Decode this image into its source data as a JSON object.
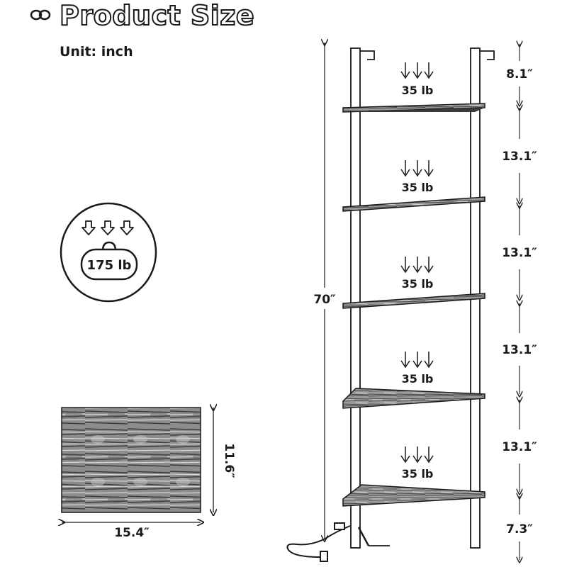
{
  "header": {
    "title": "Product Size",
    "link_icon": "chain-link-icon",
    "unit_label": "Unit: inch"
  },
  "capacity_badge": {
    "icon": "weight-bag-icon",
    "total_load": "175 lb"
  },
  "shelf_top_view": {
    "width": "15.4″",
    "depth": "11.6″"
  },
  "shelving_unit": {
    "total_height": "70″",
    "shelves": [
      {
        "load": "35 lb"
      },
      {
        "load": "35 lb"
      },
      {
        "load": "35 lb"
      },
      {
        "load": "35 lb"
      },
      {
        "load": "35 lb"
      }
    ],
    "spacings": [
      "8.1″",
      "13.1″",
      "13.1″",
      "13.1″",
      "13.1″",
      "7.3″"
    ]
  },
  "colors": {
    "line": "#1a1a1a",
    "wood_dark": "#6e6e6e",
    "wood_light": "#bdbdbd"
  }
}
